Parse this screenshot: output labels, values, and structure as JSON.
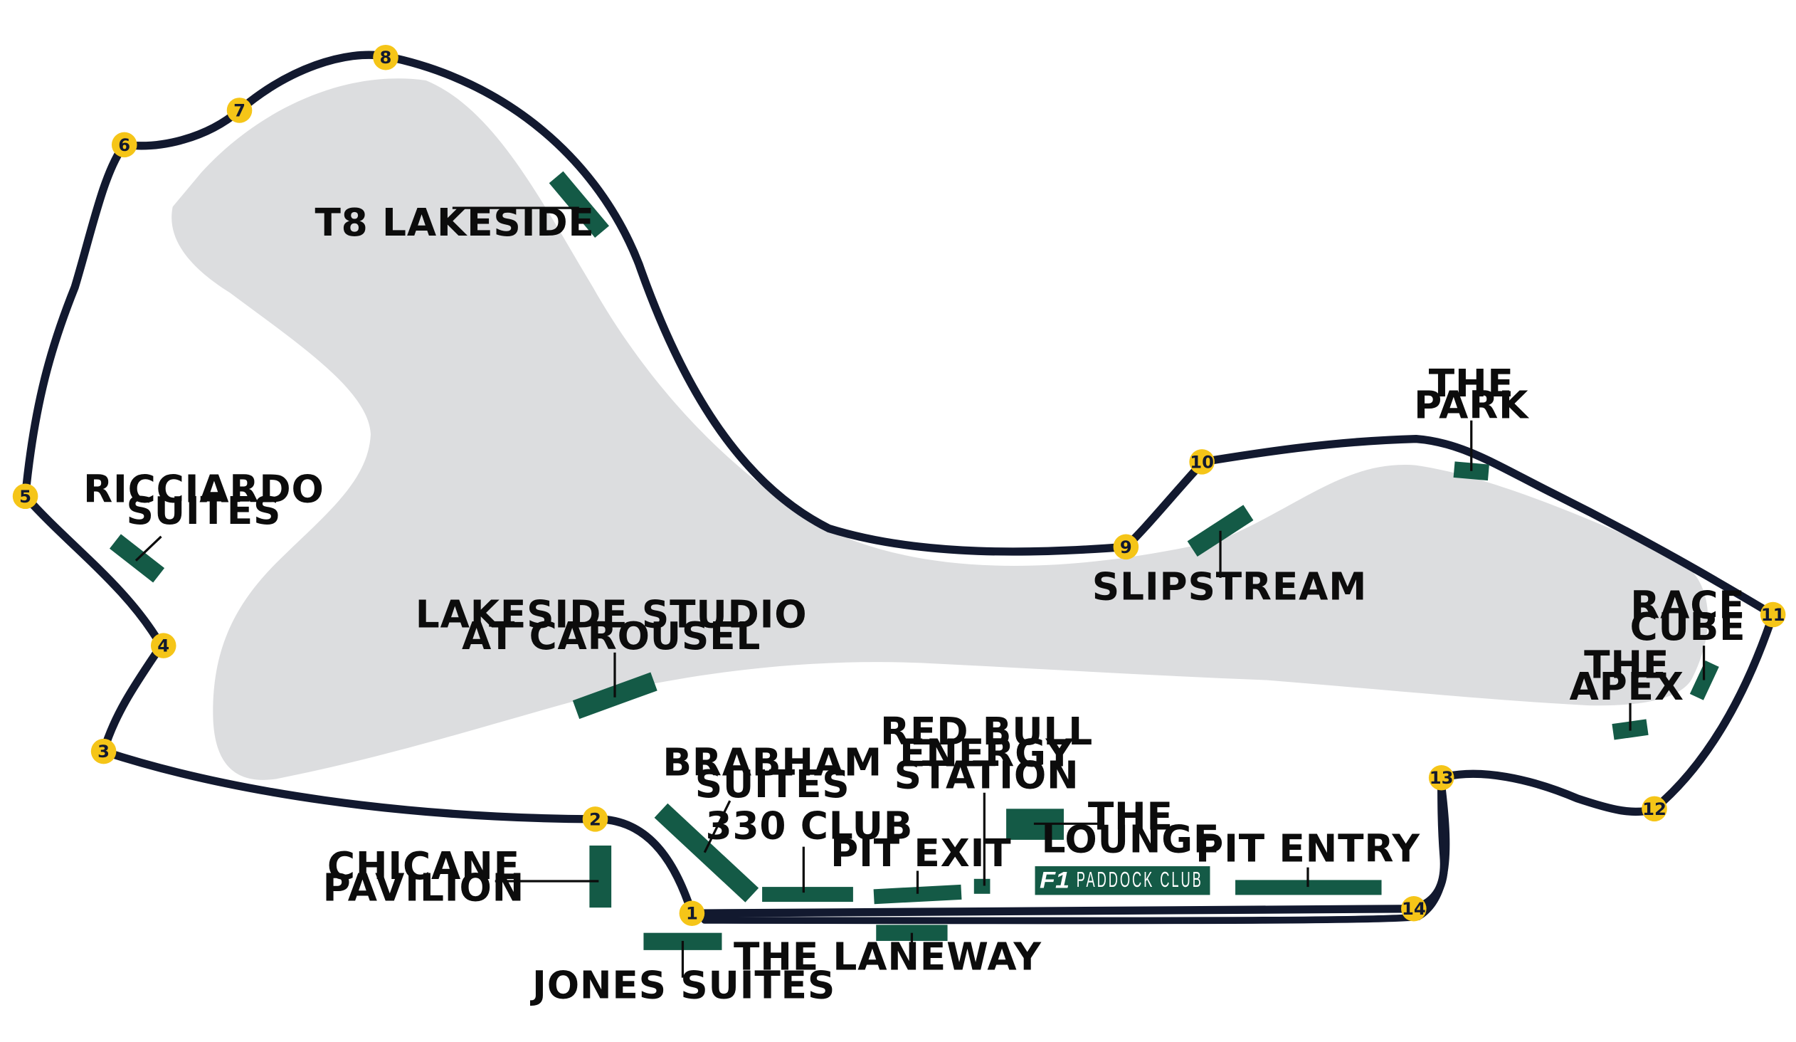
{
  "colors": {
    "track": "#12192f",
    "lake": "#dcdddf",
    "venue": "#145a46",
    "leader": "#0c0c0c",
    "turn_fill": "#f5c518",
    "label": "#0c0c0c"
  },
  "turns": [
    "1",
    "2",
    "3",
    "4",
    "5",
    "6",
    "7",
    "8",
    "9",
    "10",
    "11",
    "12",
    "13",
    "14"
  ],
  "venues": {
    "t8_lakeside": "T8 LAKESIDE",
    "ricciardo_1": "RICCIARDO",
    "ricciardo_2": "SUITES",
    "lakeside_1": "LAKESIDE STUDIO",
    "lakeside_2": "AT CAROUSEL",
    "slipstream": "SLIPSTREAM",
    "the_park_1": "THE",
    "the_park_2": "PARK",
    "race_cube_1": "RACE",
    "race_cube_2": "CUBE",
    "the_apex_1": "THE",
    "the_apex_2": "APEX",
    "brabham_1": "BRABHAM",
    "brabham_2": "SUITES",
    "club_330": "330 CLUB",
    "pit_exit": "PIT EXIT",
    "redbull_1": "RED BULL",
    "redbull_2": "ENERGY",
    "redbull_3": "STATION",
    "lounge_1": "THE",
    "lounge_2": "LOUNGE",
    "pit_entry": "PIT ENTRY",
    "chicane_1": "CHICANE",
    "chicane_2": "PAVILION",
    "laneway": "THE LANEWAY",
    "jones": "JONES SUITES",
    "paddock_club": "PADDOCK CLUB",
    "paddock_logo": "F1"
  }
}
